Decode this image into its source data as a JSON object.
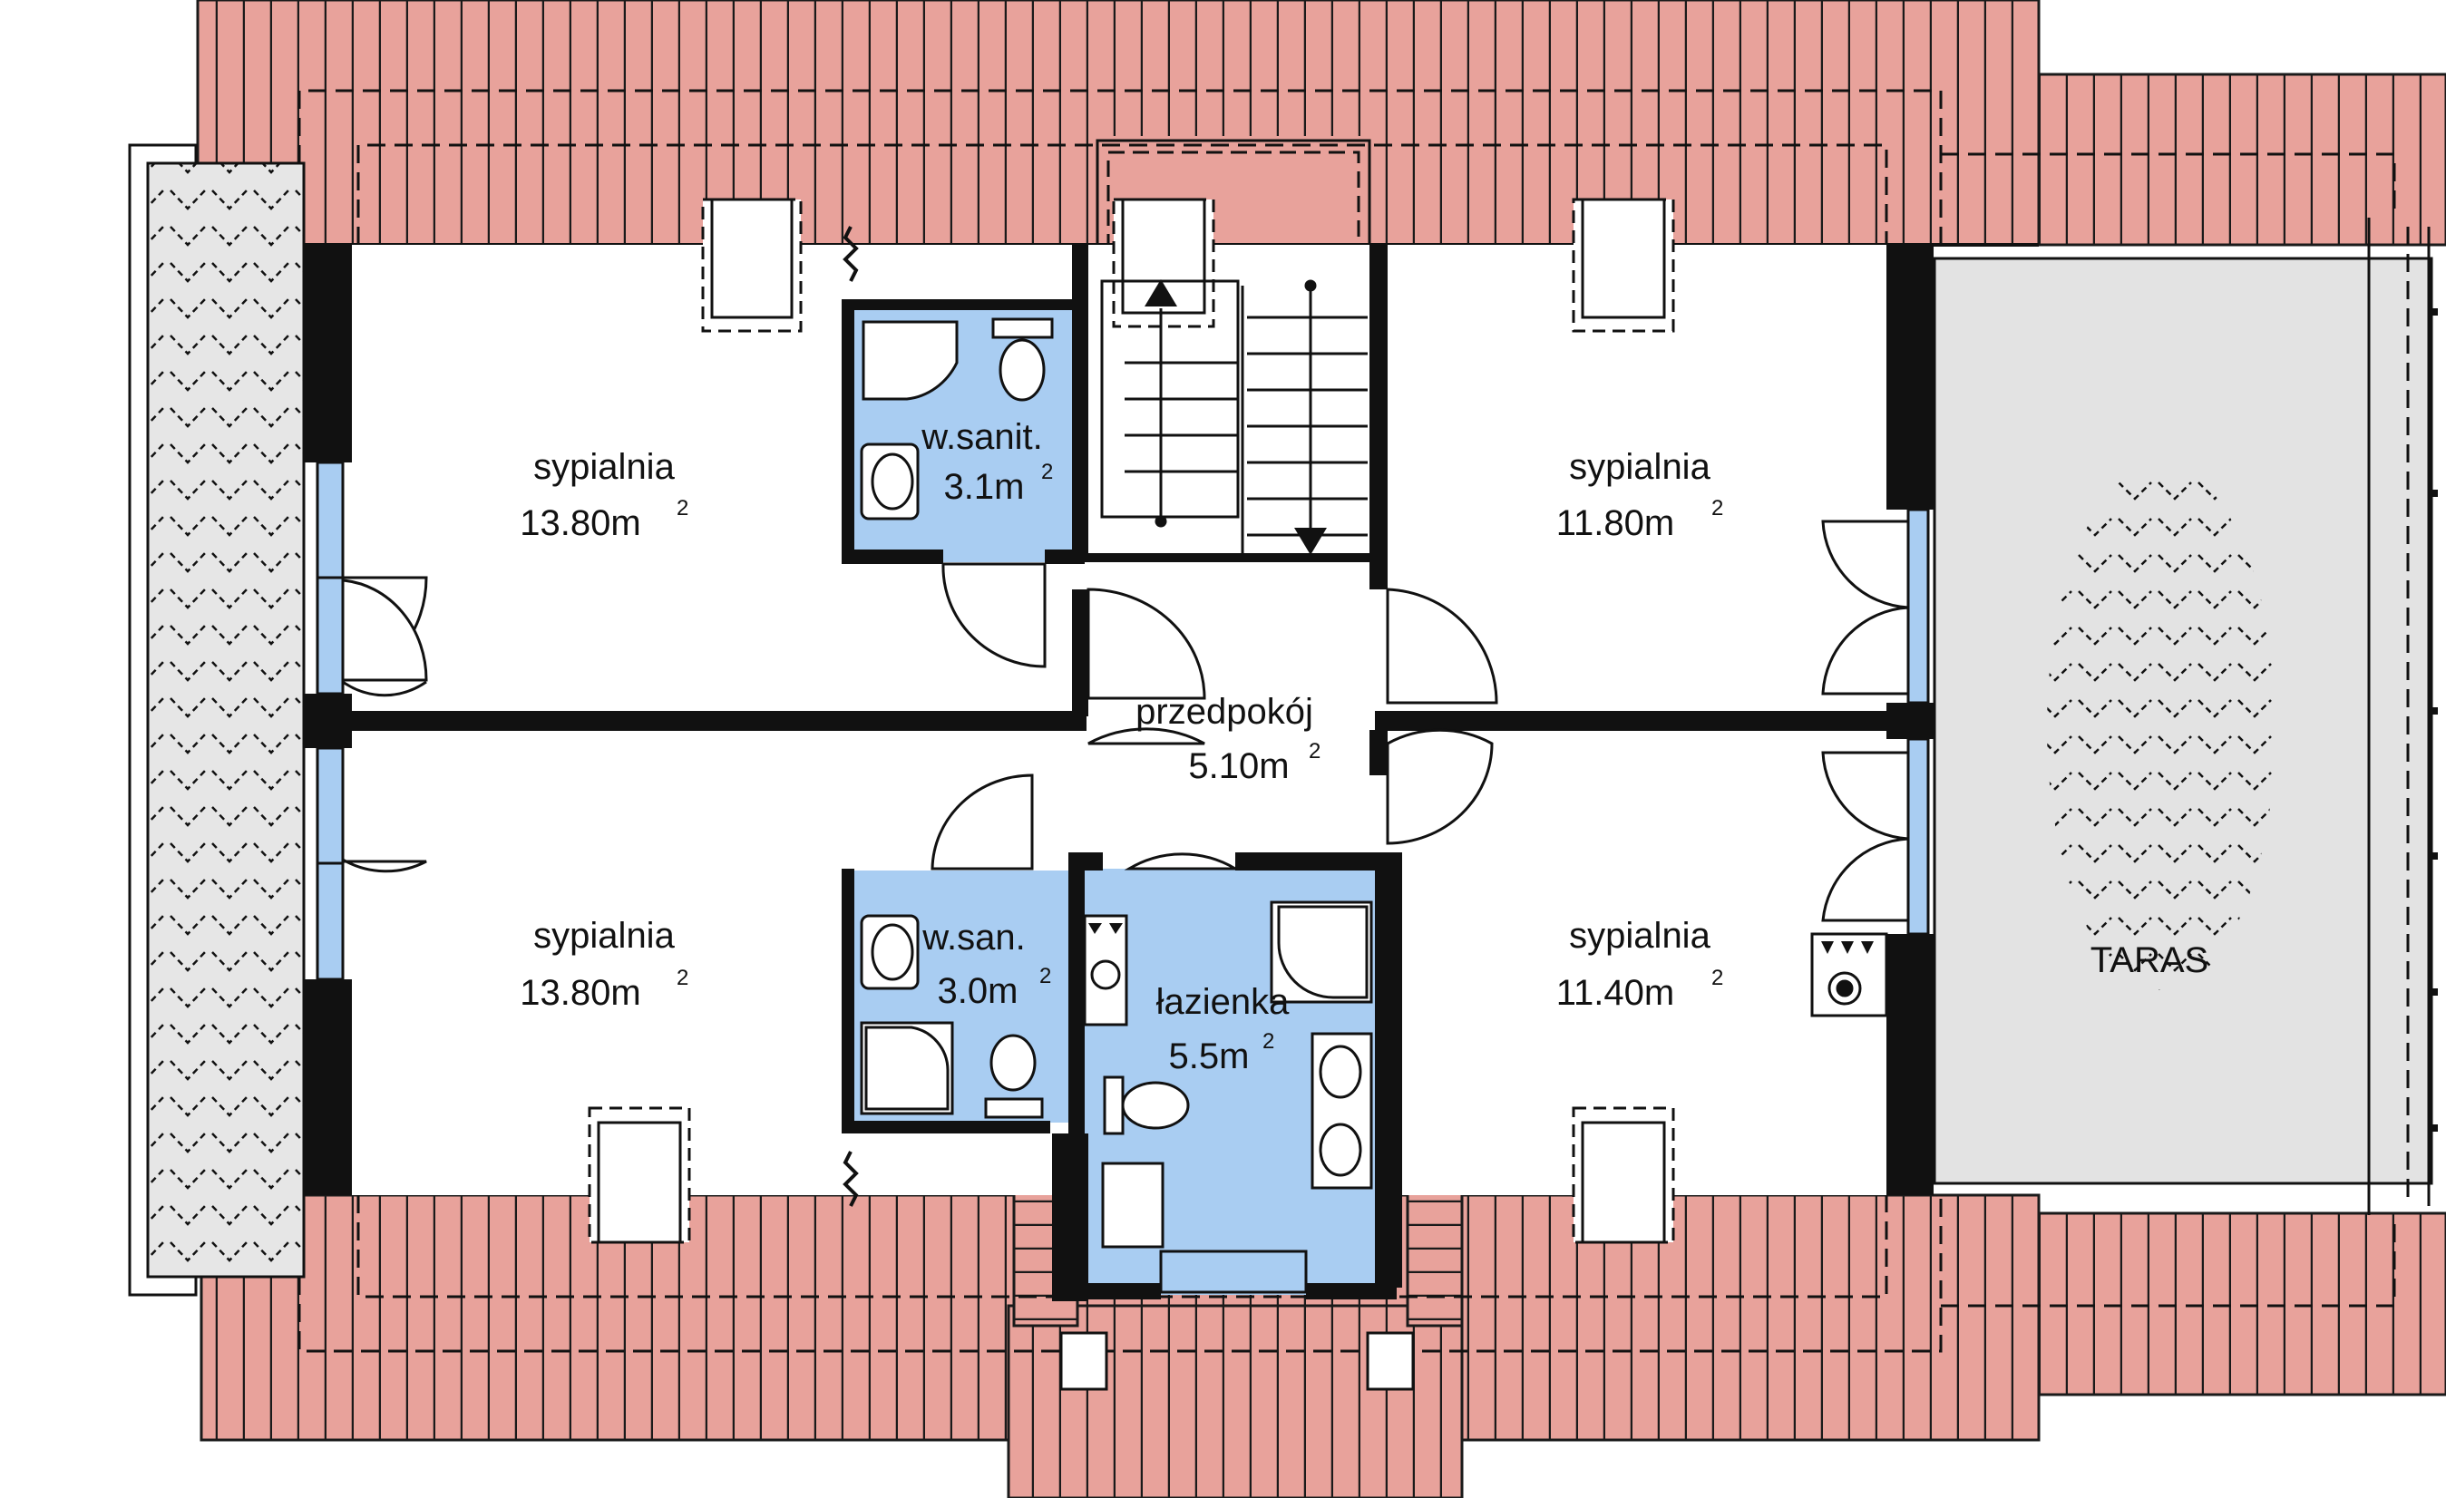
{
  "rooms": [
    {
      "id": "bedroom-nw",
      "name": "sypialnia",
      "area": "13.80m",
      "unit": "2"
    },
    {
      "id": "bedroom-ne",
      "name": "sypialnia",
      "area": "11.80m",
      "unit": "2"
    },
    {
      "id": "bedroom-sw",
      "name": "sypialnia",
      "area": "13.80m",
      "unit": "2"
    },
    {
      "id": "bedroom-se",
      "name": "sypialnia",
      "area": "11.40m",
      "unit": "2"
    },
    {
      "id": "wc-top",
      "name": "w.sanit.",
      "area": "3.1m",
      "unit": "2"
    },
    {
      "id": "wc-bottom",
      "name": "w.san.",
      "area": "3.0m",
      "unit": "2"
    },
    {
      "id": "bathroom",
      "name": "łazienka",
      "area": "5.5m",
      "unit": "2"
    },
    {
      "id": "hall",
      "name": "przedpokój",
      "area": "5.10m",
      "unit": "2"
    }
  ],
  "terrace": {
    "name": "TARAS"
  },
  "colors": {
    "roof": "#e8a29b",
    "roof_line": "#1a1a1a",
    "water": "#a9cdf2",
    "wall": "#111111",
    "terrace": "#e3e3e3",
    "balcony": "#e6e6e6"
  }
}
